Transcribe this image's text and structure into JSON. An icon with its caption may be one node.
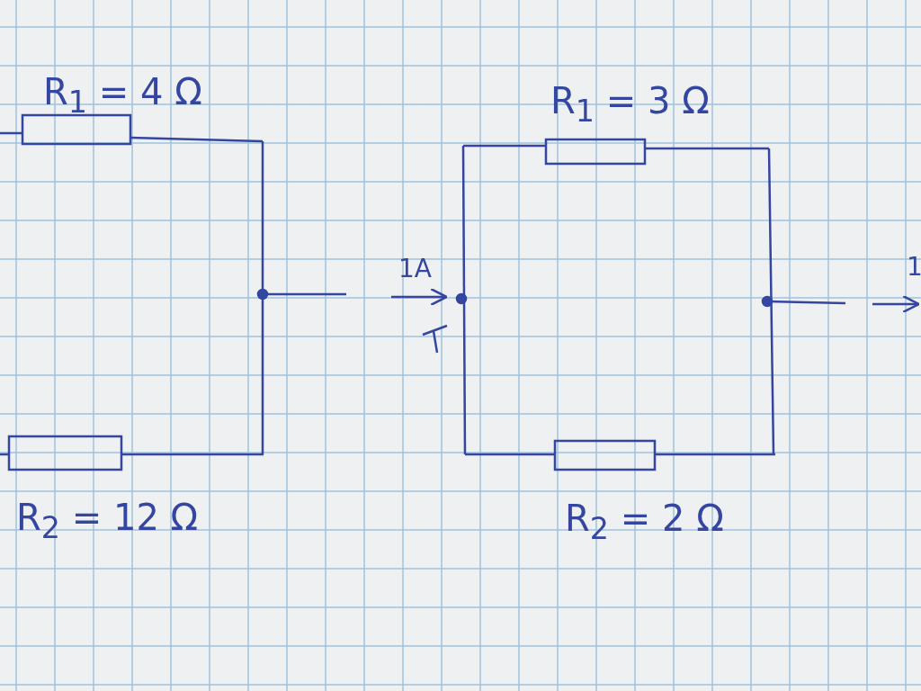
{
  "diagram": {
    "labels": [
      "R$_{1}$ = 4 Ω",
      "R$_{1}$ = 3 Ω",
      "1A",
      "1",
      "R$_{2}$ = 12 Ω",
      "R$_{2}$ = 2 Ω"
    ]
  }
}
